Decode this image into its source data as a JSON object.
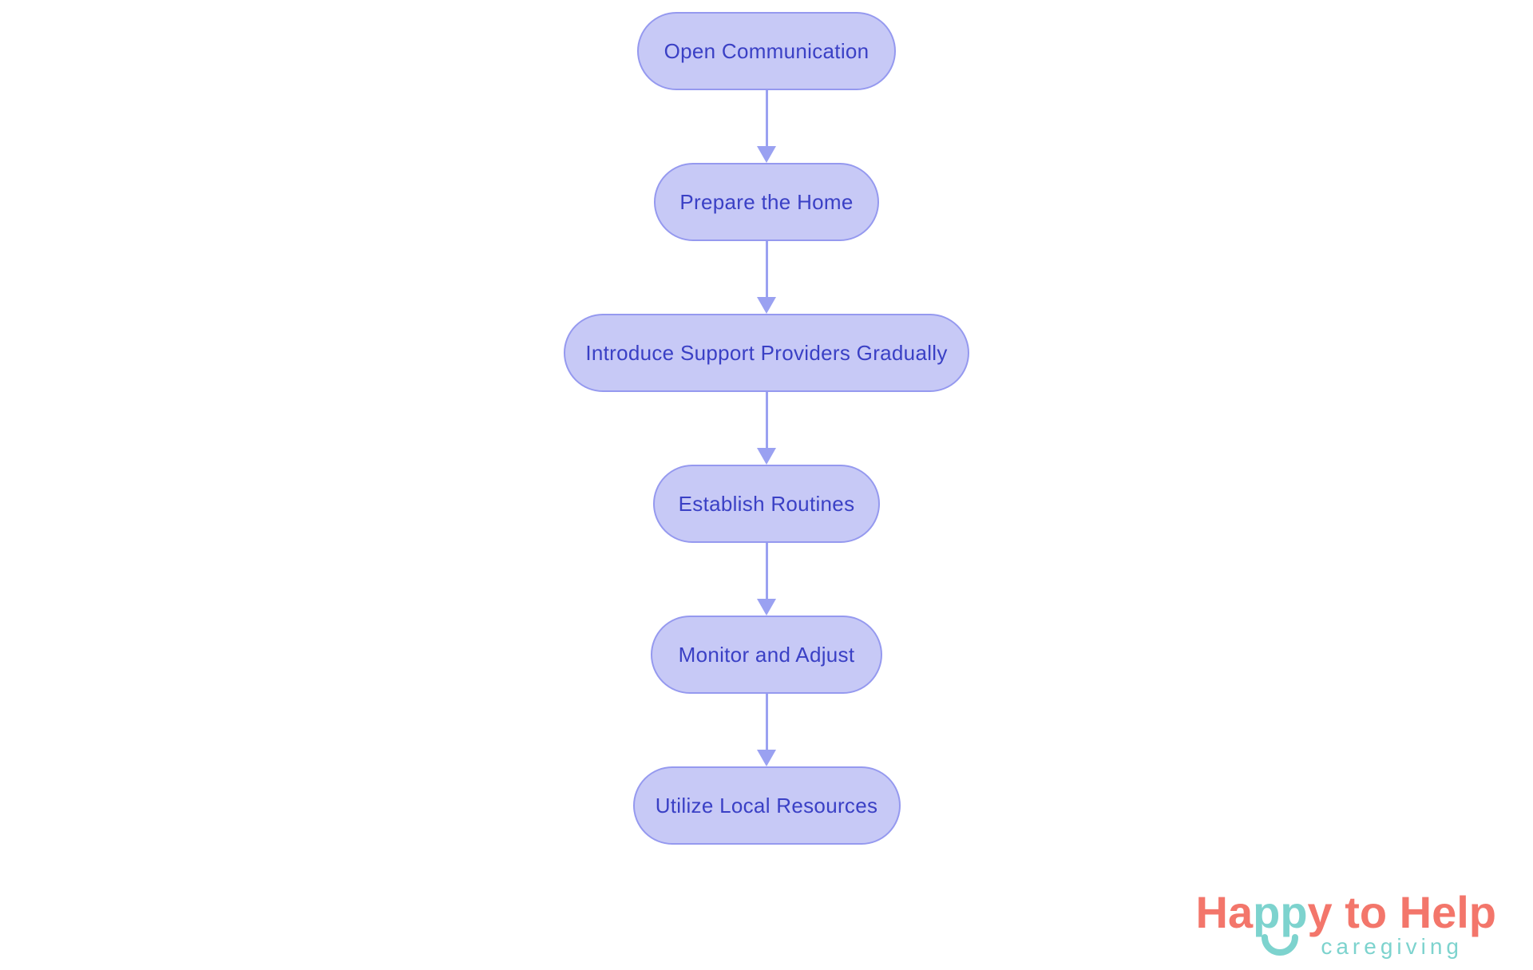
{
  "diagram": {
    "type": "flowchart",
    "direction": "top-to-bottom",
    "nodes": [
      {
        "id": 1,
        "label": "Open Communication"
      },
      {
        "id": 2,
        "label": "Prepare the Home"
      },
      {
        "id": 3,
        "label": "Introduce Support Providers Gradually"
      },
      {
        "id": 4,
        "label": "Establish Routines"
      },
      {
        "id": 5,
        "label": "Monitor and Adjust"
      },
      {
        "id": 6,
        "label": "Utilize Local Resources"
      }
    ],
    "edges": [
      {
        "from": 1,
        "to": 2
      },
      {
        "from": 2,
        "to": 3
      },
      {
        "from": 3,
        "to": 4
      },
      {
        "from": 4,
        "to": 5
      },
      {
        "from": 5,
        "to": 6
      }
    ]
  },
  "logo": {
    "brand_prefix": "Ha",
    "brand_smile_letters": "pp",
    "brand_suffix": "y to Help",
    "tagline": "caregiving"
  },
  "colors": {
    "node_fill": "#c7c9f6",
    "node_border": "#9599ef",
    "node_text": "#3a40c5",
    "arrow": "#9aa1f1",
    "logo_coral": "#f3766b",
    "logo_teal": "#7dd3ce",
    "background": "#ffffff"
  }
}
